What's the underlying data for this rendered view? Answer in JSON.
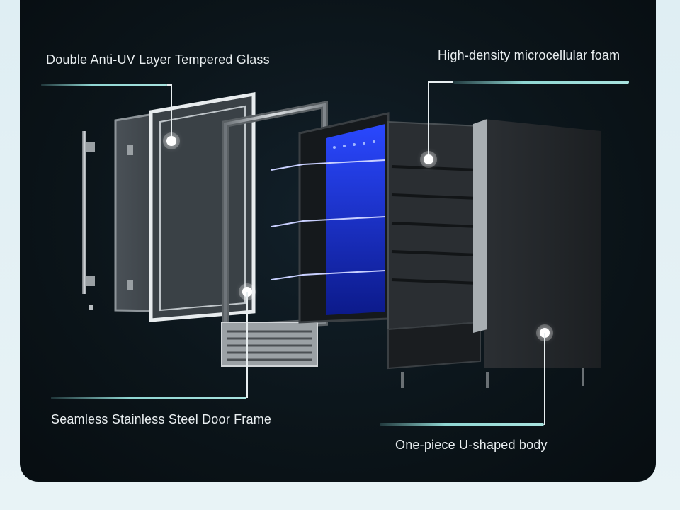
{
  "callouts": {
    "glass": "Double Anti-UV Layer Tempered Glass",
    "foam": "High-density microcellular foam",
    "frame": "Seamless Stainless Steel Door Frame",
    "body": "One-piece U-shaped body"
  },
  "colors": {
    "accent": "#8fd6d2",
    "led_blue": "#1a3cff",
    "panel_bg": "#0b1419"
  }
}
